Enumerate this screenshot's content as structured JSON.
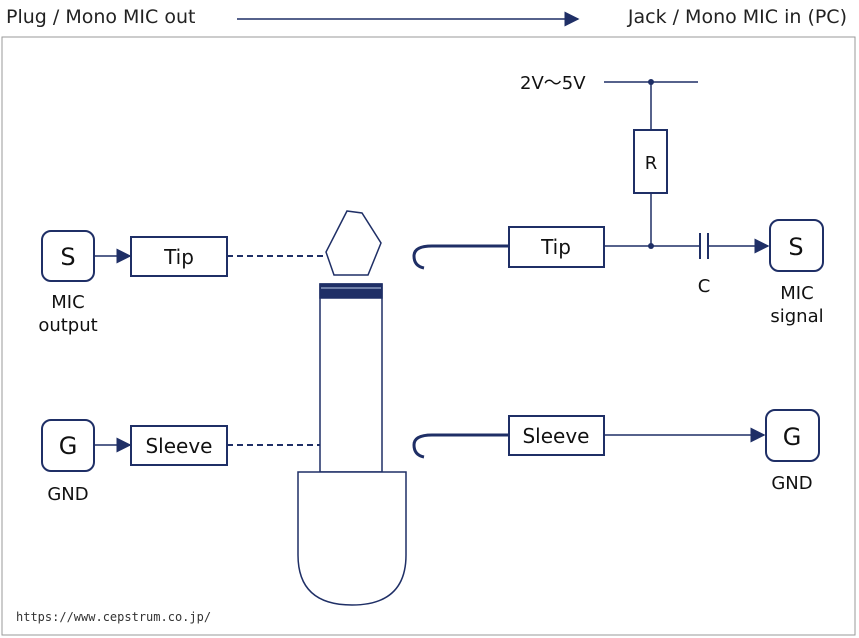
{
  "header": {
    "left": "Plug / Mono MIC out",
    "right": "Jack / Mono MIC in (PC)"
  },
  "plug_side": {
    "signal_node": {
      "letter": "S",
      "caption_line1": "MIC",
      "caption_line2": "output"
    },
    "ground_node": {
      "letter": "G",
      "caption": "GND"
    },
    "tip_box": "Tip",
    "sleeve_box": "Sleeve"
  },
  "jack_side": {
    "supply_label": "2V～5V",
    "resistor_label": "R",
    "capacitor_label": "C",
    "tip_box": "Tip",
    "sleeve_box": "Sleeve",
    "signal_node": {
      "letter": "S",
      "caption_line1": "MIC",
      "caption_line2": "signal"
    },
    "ground_node": {
      "letter": "G",
      "caption": "GND"
    }
  },
  "footer": {
    "url": "https://www.cepstrum.co.jp/"
  },
  "colors": {
    "line": "#1f2f66",
    "plug_fill": "#ffffff",
    "plug_ring": "#1f2f66"
  }
}
